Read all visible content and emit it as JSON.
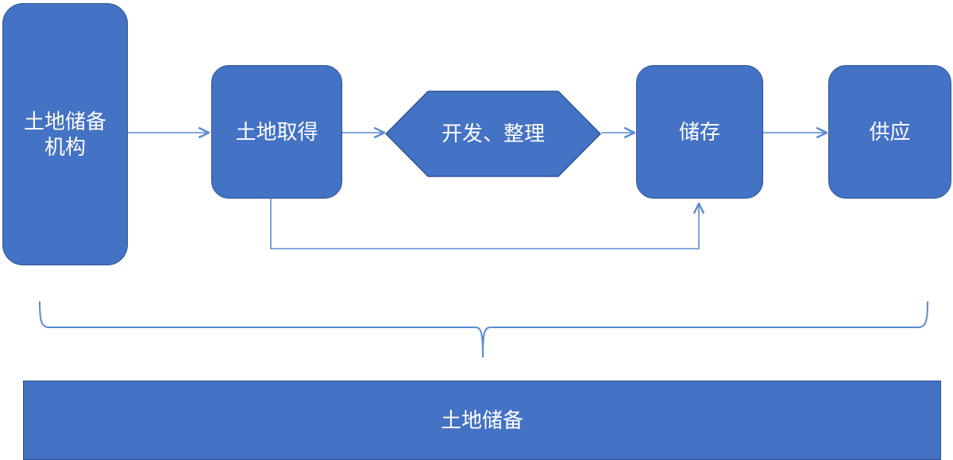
{
  "diagram": {
    "title_text": "土地储备",
    "accent_fill": "#4472C4",
    "accent_stroke": "#2E5395",
    "connector_color": "#5B8BD0",
    "text_color": "#FFFFFF",
    "background": "#FFFFFF"
  },
  "nodes": {
    "agency": {
      "label": "土地储备\n机构",
      "shape": "rounded-rectangle"
    },
    "acquire": {
      "label": "土地取得",
      "shape": "rounded-rectangle"
    },
    "develop": {
      "label": "开发、整理",
      "shape": "hexagon"
    },
    "store": {
      "label": "储存",
      "shape": "rounded-rectangle"
    },
    "supply": {
      "label": "供应",
      "shape": "rounded-rectangle"
    },
    "banner": {
      "label": "土地储备",
      "shape": "rectangle"
    }
  },
  "connectors": [
    {
      "name": "agency-to-acquire",
      "from": "agency",
      "to": "acquire",
      "style": "arrow"
    },
    {
      "name": "acquire-to-develop",
      "from": "acquire",
      "to": "develop",
      "style": "arrow"
    },
    {
      "name": "develop-to-store",
      "from": "develop",
      "to": "store",
      "style": "arrow"
    },
    {
      "name": "store-to-supply",
      "from": "store",
      "to": "supply",
      "style": "arrow"
    },
    {
      "name": "acquire-to-store-feedback",
      "from": "acquire",
      "to": "store",
      "style": "elbow-arrow"
    }
  ],
  "brace": {
    "name": "grouping-brace",
    "spans": [
      "agency",
      "acquire",
      "develop",
      "store",
      "supply"
    ],
    "points_to": "banner"
  }
}
